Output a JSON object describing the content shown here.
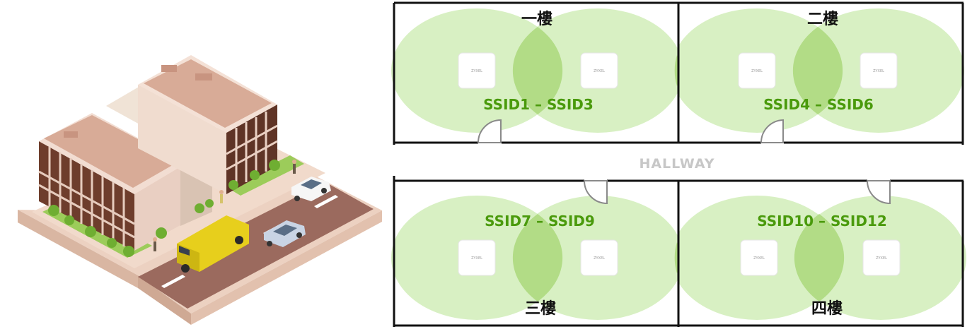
{
  "hallway_label": "HALLWAY",
  "colors": {
    "coverage": "#cfeab5",
    "coverage_overlap": "#a9d774",
    "ssid_text": "#4a9a0c",
    "wall": "#111111",
    "hallway_text": "#c7c7c7"
  },
  "access_point_brand": "ZYXEL",
  "rooms": [
    {
      "floor_label": "一樓",
      "ssid_label": "SSID1 – SSID3"
    },
    {
      "floor_label": "二樓",
      "ssid_label": "SSID4 – SSID6"
    },
    {
      "floor_label": "三樓",
      "ssid_label": "SSID7 – SSID9"
    },
    {
      "floor_label": "四樓",
      "ssid_label": "SSID10 – SSID12"
    }
  ]
}
